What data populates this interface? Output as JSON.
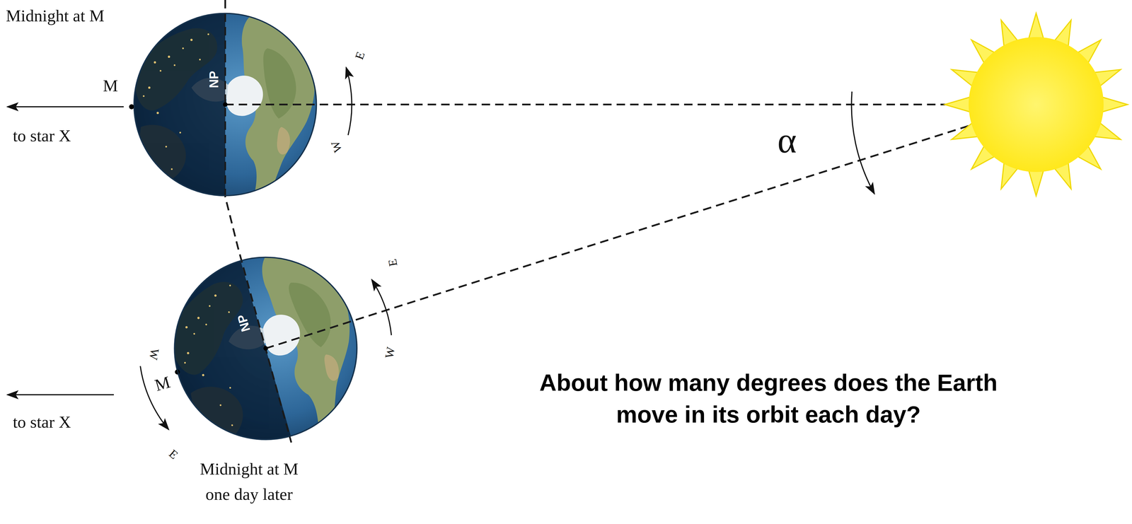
{
  "diagram": {
    "caption": "About how many degrees does the Earth move in its orbit each day?",
    "nodes": [
      {
        "text": [
          "NP"
        ]
      },
      {
        "text": [
          "NP"
        ]
      }
    ],
    "labels": [
      "Midnight at M",
      "M",
      "to star X",
      "E",
      "W",
      "α",
      "E",
      "W",
      "W",
      "M",
      "E",
      "to star X",
      "Midnight at M one day later"
    ]
  }
}
